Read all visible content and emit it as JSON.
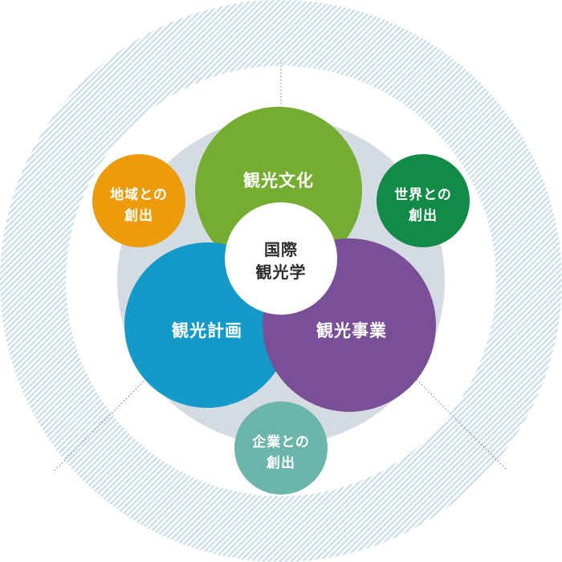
{
  "colors": {
    "ring_stripe": "#c7dcea",
    "inner_disc": "#d4dbe3",
    "culture": "#75ad31",
    "planning": "#139ac9",
    "business": "#794f97",
    "center_fill": "#ffffff",
    "center_text": "#2e2e2e",
    "label_text": "#ffffff",
    "region": "#ec9b0a",
    "world": "#128b48",
    "enterprise": "#6cb5aa",
    "connector": "#555555"
  },
  "center": {
    "icon": "circle",
    "line1": "国際",
    "line2": "観光学"
  },
  "core_circles": {
    "culture": {
      "label": "観光文化"
    },
    "planning": {
      "label": "観光計画"
    },
    "business": {
      "label": "観光事業"
    }
  },
  "satellites": {
    "region": {
      "line1": "地域との",
      "line2": "創出"
    },
    "world": {
      "line1": "世界との",
      "line2": "創出"
    },
    "enterprise": {
      "line1": "企業との",
      "line2": "創出"
    }
  }
}
